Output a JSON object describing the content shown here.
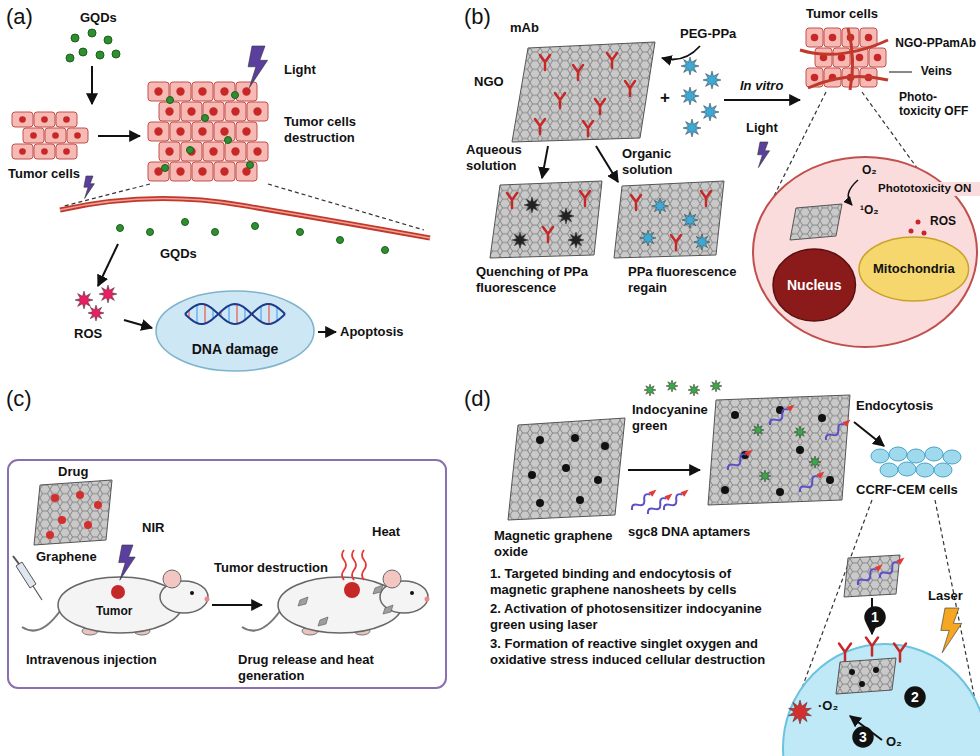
{
  "diagram": {
    "nodes": [
      {
        "text": [
          "DNA damage"
        ]
      },
      {
        "text": [
          "Nucleus"
        ]
      },
      {
        "text": [
          "Mitochondria"
        ]
      },
      {
        "text": [
          "1"
        ]
      },
      {
        "text": [
          "2"
        ]
      },
      {
        "text": [
          "3"
        ]
      }
    ],
    "labels": [
      "(a)",
      "GQDs",
      "Light",
      "Tumor cells",
      "Tumor cells destruction",
      "GQDs",
      "ROS",
      "Apoptosis",
      "(b)",
      "mAb",
      "PEG-PPa",
      "NGO",
      "+",
      "Aqueous solution",
      "Organic solution",
      "In vitro",
      "Tumor cells",
      "NGO-PPamAb",
      "Veins",
      "Photo-toxicity OFF",
      "Light",
      "Quenching of PPa fluorescence",
      "PPa fluorescence regain",
      "O₂",
      "Phototoxicity ON",
      "¹O₂",
      "ROS",
      "(c)",
      "Drug",
      "Graphene",
      "NIR",
      "Tumor",
      "Intravenous injection",
      "Tumor destruction",
      "Heat",
      "Drug release and heat generation",
      "(d)",
      "Magnetic graphene oxide",
      "Indocyanine green",
      "sgc8 DNA aptamers",
      "Endocytosis",
      "CCRF-CEM cells",
      "1. Targeted binding and endocytosis of magnetic graphene nanosheets by cells",
      "2. Activation of photosensitizer indocyanine green using laser",
      "3. Formation of reactive singlet oxygen and oxidative stress induced cellular destruction",
      "Laser",
      "·O₂",
      "O₂"
    ]
  }
}
